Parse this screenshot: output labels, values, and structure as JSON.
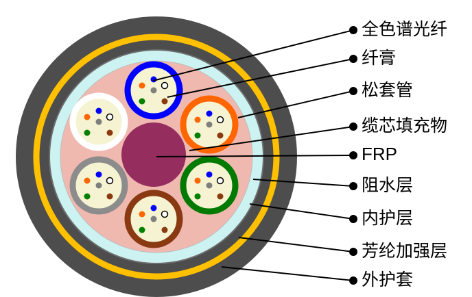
{
  "colors": {
    "background": "#ffffff",
    "outer_sheath": "#4d4d4d",
    "aramid_layer": "#ffc000",
    "inner_sheath": "#4d4d4d",
    "water_blocking": "#ccf2f2",
    "filler": "#f0b9b0",
    "frp": "#952d5f",
    "gel": "#f6f3d2",
    "leader_line": "#000000"
  },
  "tubes": [
    {
      "name": "blue-tube",
      "ring_color": "#0000ff"
    },
    {
      "name": "orange-tube",
      "ring_color": "#ff6600"
    },
    {
      "name": "green-tube",
      "ring_color": "#007a00"
    },
    {
      "name": "brown-tube",
      "ring_color": "#8a3a12"
    },
    {
      "name": "gray-tube",
      "ring_color": "#8c8c8c"
    },
    {
      "name": "white-tube",
      "ring_color": "#ffffff"
    }
  ],
  "fiber_colors": [
    "#0000ff",
    "#ff6600",
    "#7f7f7f",
    "#ffffff",
    "#008000",
    "#8b3a0f"
  ],
  "labels": {
    "full_color_fiber": "全色谱光纤",
    "fiber_gel": "纤膏",
    "loose_tube": "松套管",
    "cable_core_filler": "缆芯填充物",
    "frp": "FRP",
    "water_blocking_layer": "阻水层",
    "inner_sheath": "内护层",
    "aramid_strength_layer": "芳纶加强层",
    "outer_sheath": "外护套"
  }
}
